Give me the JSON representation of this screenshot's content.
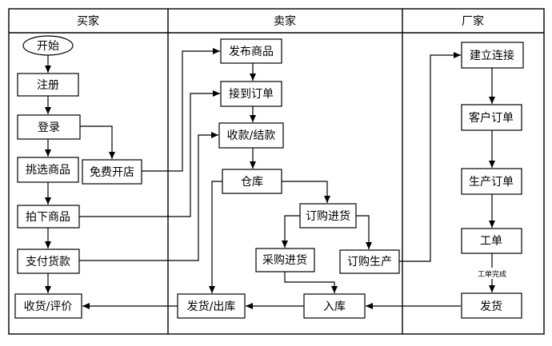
{
  "lanes": {
    "buyer": "买家",
    "seller": "卖家",
    "factory": "厂家"
  },
  "buyer": {
    "start": "开始",
    "register": "注册",
    "login": "登录",
    "browse": "挑选商品",
    "free_store": "免费开店",
    "order": "拍下商品",
    "pay": "支付货款",
    "receive": "收货/评价"
  },
  "seller": {
    "publish": "发布商品",
    "receive_order": "接到订单",
    "collect": "收款/结款",
    "warehouse": "仓库",
    "purchase_stock": "订购进货",
    "buy_stock": "采购进货",
    "order_production": "订购生产",
    "inbound": "入库",
    "ship_out": "发货/出库"
  },
  "factory": {
    "connect": "建立连接",
    "customer_order": "客户订单",
    "production_order": "生产订单",
    "work_order": "工单",
    "work_done": "工单完成",
    "ship": "发货"
  }
}
